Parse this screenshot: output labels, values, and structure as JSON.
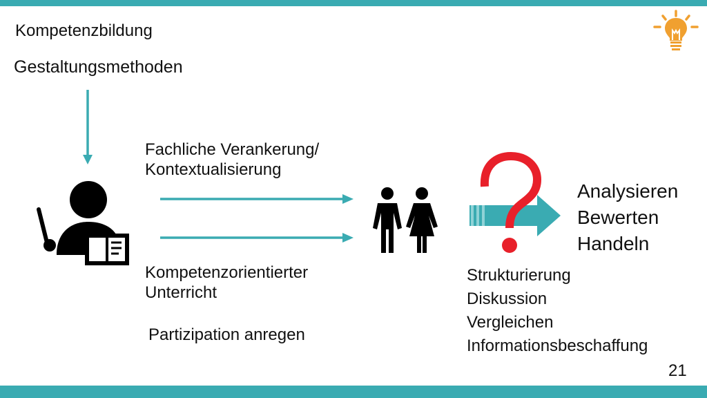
{
  "title": "Kompetenzbildung",
  "subtitle": "Gestaltungsmethoden",
  "methods": {
    "contextualization": [
      "Fachliche Verankerung/",
      "Kontextualisierung"
    ],
    "competence_teaching": [
      "Kompetenzorientierter",
      "Unterricht"
    ],
    "participation": "Partizipation anregen"
  },
  "outcomes": [
    "Analysieren",
    "Bewerten",
    "Handeln"
  ],
  "activities": [
    "Strukturierung",
    "Diskussion",
    "Vergleichen",
    "Informationsbeschaffung"
  ],
  "page_number": "21",
  "icons": {
    "teacher": "teacher-icon",
    "students": "students-icon",
    "question": "question-mark-icon",
    "idea": "lightbulb-icon"
  },
  "colors": {
    "accent": "#3aabb2",
    "question": "#e8202a",
    "bulb": "#f0a030"
  }
}
